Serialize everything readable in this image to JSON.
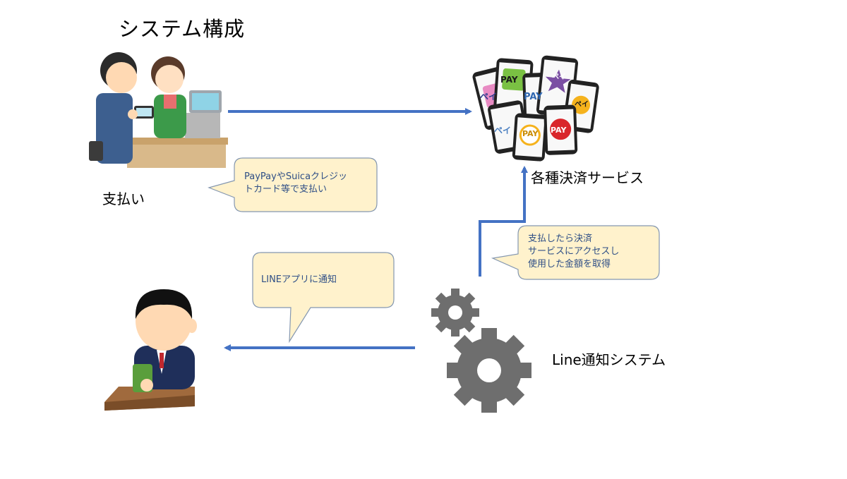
{
  "title": "システム構成",
  "labels": {
    "payment": "支払い",
    "services": "各種決済サービス",
    "system": "Line通知システム"
  },
  "callouts": {
    "payment": "PayPayやSuicaクレジッ\nトカード等で支払い",
    "system": "支払したら決済\nサービスにアクセスし\n使用した金額を取得",
    "line": "LINEアプリに通知"
  },
  "phone_badges": [
    "PAY",
    "PAY",
    "ペイ",
    "ペイ",
    "ペイ",
    "ペイ",
    "PAY",
    "PAY"
  ],
  "colors": {
    "arrow": "#4472c4",
    "callout_fill": "#fff2cc",
    "callout_stroke": "#8497b0",
    "gear": "#6e6e6e"
  }
}
